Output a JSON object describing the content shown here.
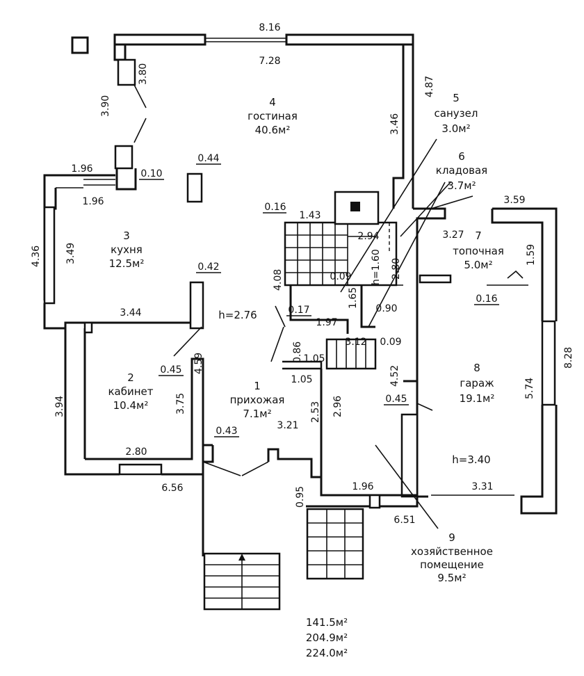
{
  "rooms": [
    {
      "num": "1",
      "name": "прихожая",
      "area": "7.1м²"
    },
    {
      "num": "2",
      "name": "кабинет",
      "area": "10.4м²"
    },
    {
      "num": "3",
      "name": "кухня",
      "area": "12.5м²"
    },
    {
      "num": "4",
      "name": "гостиная",
      "area": "40.6м²"
    },
    {
      "num": "5",
      "name": "санузел",
      "area": "3.0м²"
    },
    {
      "num": "6",
      "name": "кладовая",
      "area": "3.7м²"
    },
    {
      "num": "7",
      "name": "топочная",
      "area": "5.0м²"
    },
    {
      "num": "8",
      "name": "гараж",
      "area": "19.1м²"
    },
    {
      "num": "9",
      "name": "хозяйственное помещение",
      "area": "9.5м²"
    }
  ],
  "heights": [
    "h=2.76",
    "h=3.40",
    "h=1.60"
  ],
  "dimensions": [
    "8.16",
    "7.28",
    "3.80",
    "3.90",
    "4.87",
    "3.46",
    "1.96",
    "0.10",
    "1.96",
    "0.44",
    "4.36",
    "3.49",
    "0.16",
    "1.43",
    "2.94",
    "3.27",
    "3.59",
    "1.59",
    "4.08",
    "0.09",
    "1.65",
    "2.80",
    "0.42",
    "0.16",
    "3.44",
    "0.17",
    "1.97",
    "0.90",
    "0.09",
    "3.12",
    "0.86",
    "1.05",
    "1.05",
    "4.52",
    "8.28",
    "0.45",
    "4.59",
    "3.75",
    "5.74",
    "0.45",
    "3.94",
    "2.53",
    "2.96",
    "3.21",
    "0.43",
    "2.80",
    "6.56",
    "0.95",
    "1.96",
    "3.31",
    "6.51"
  ],
  "totals": [
    "141.5м²",
    "204.9м²",
    "224.0м²"
  ]
}
